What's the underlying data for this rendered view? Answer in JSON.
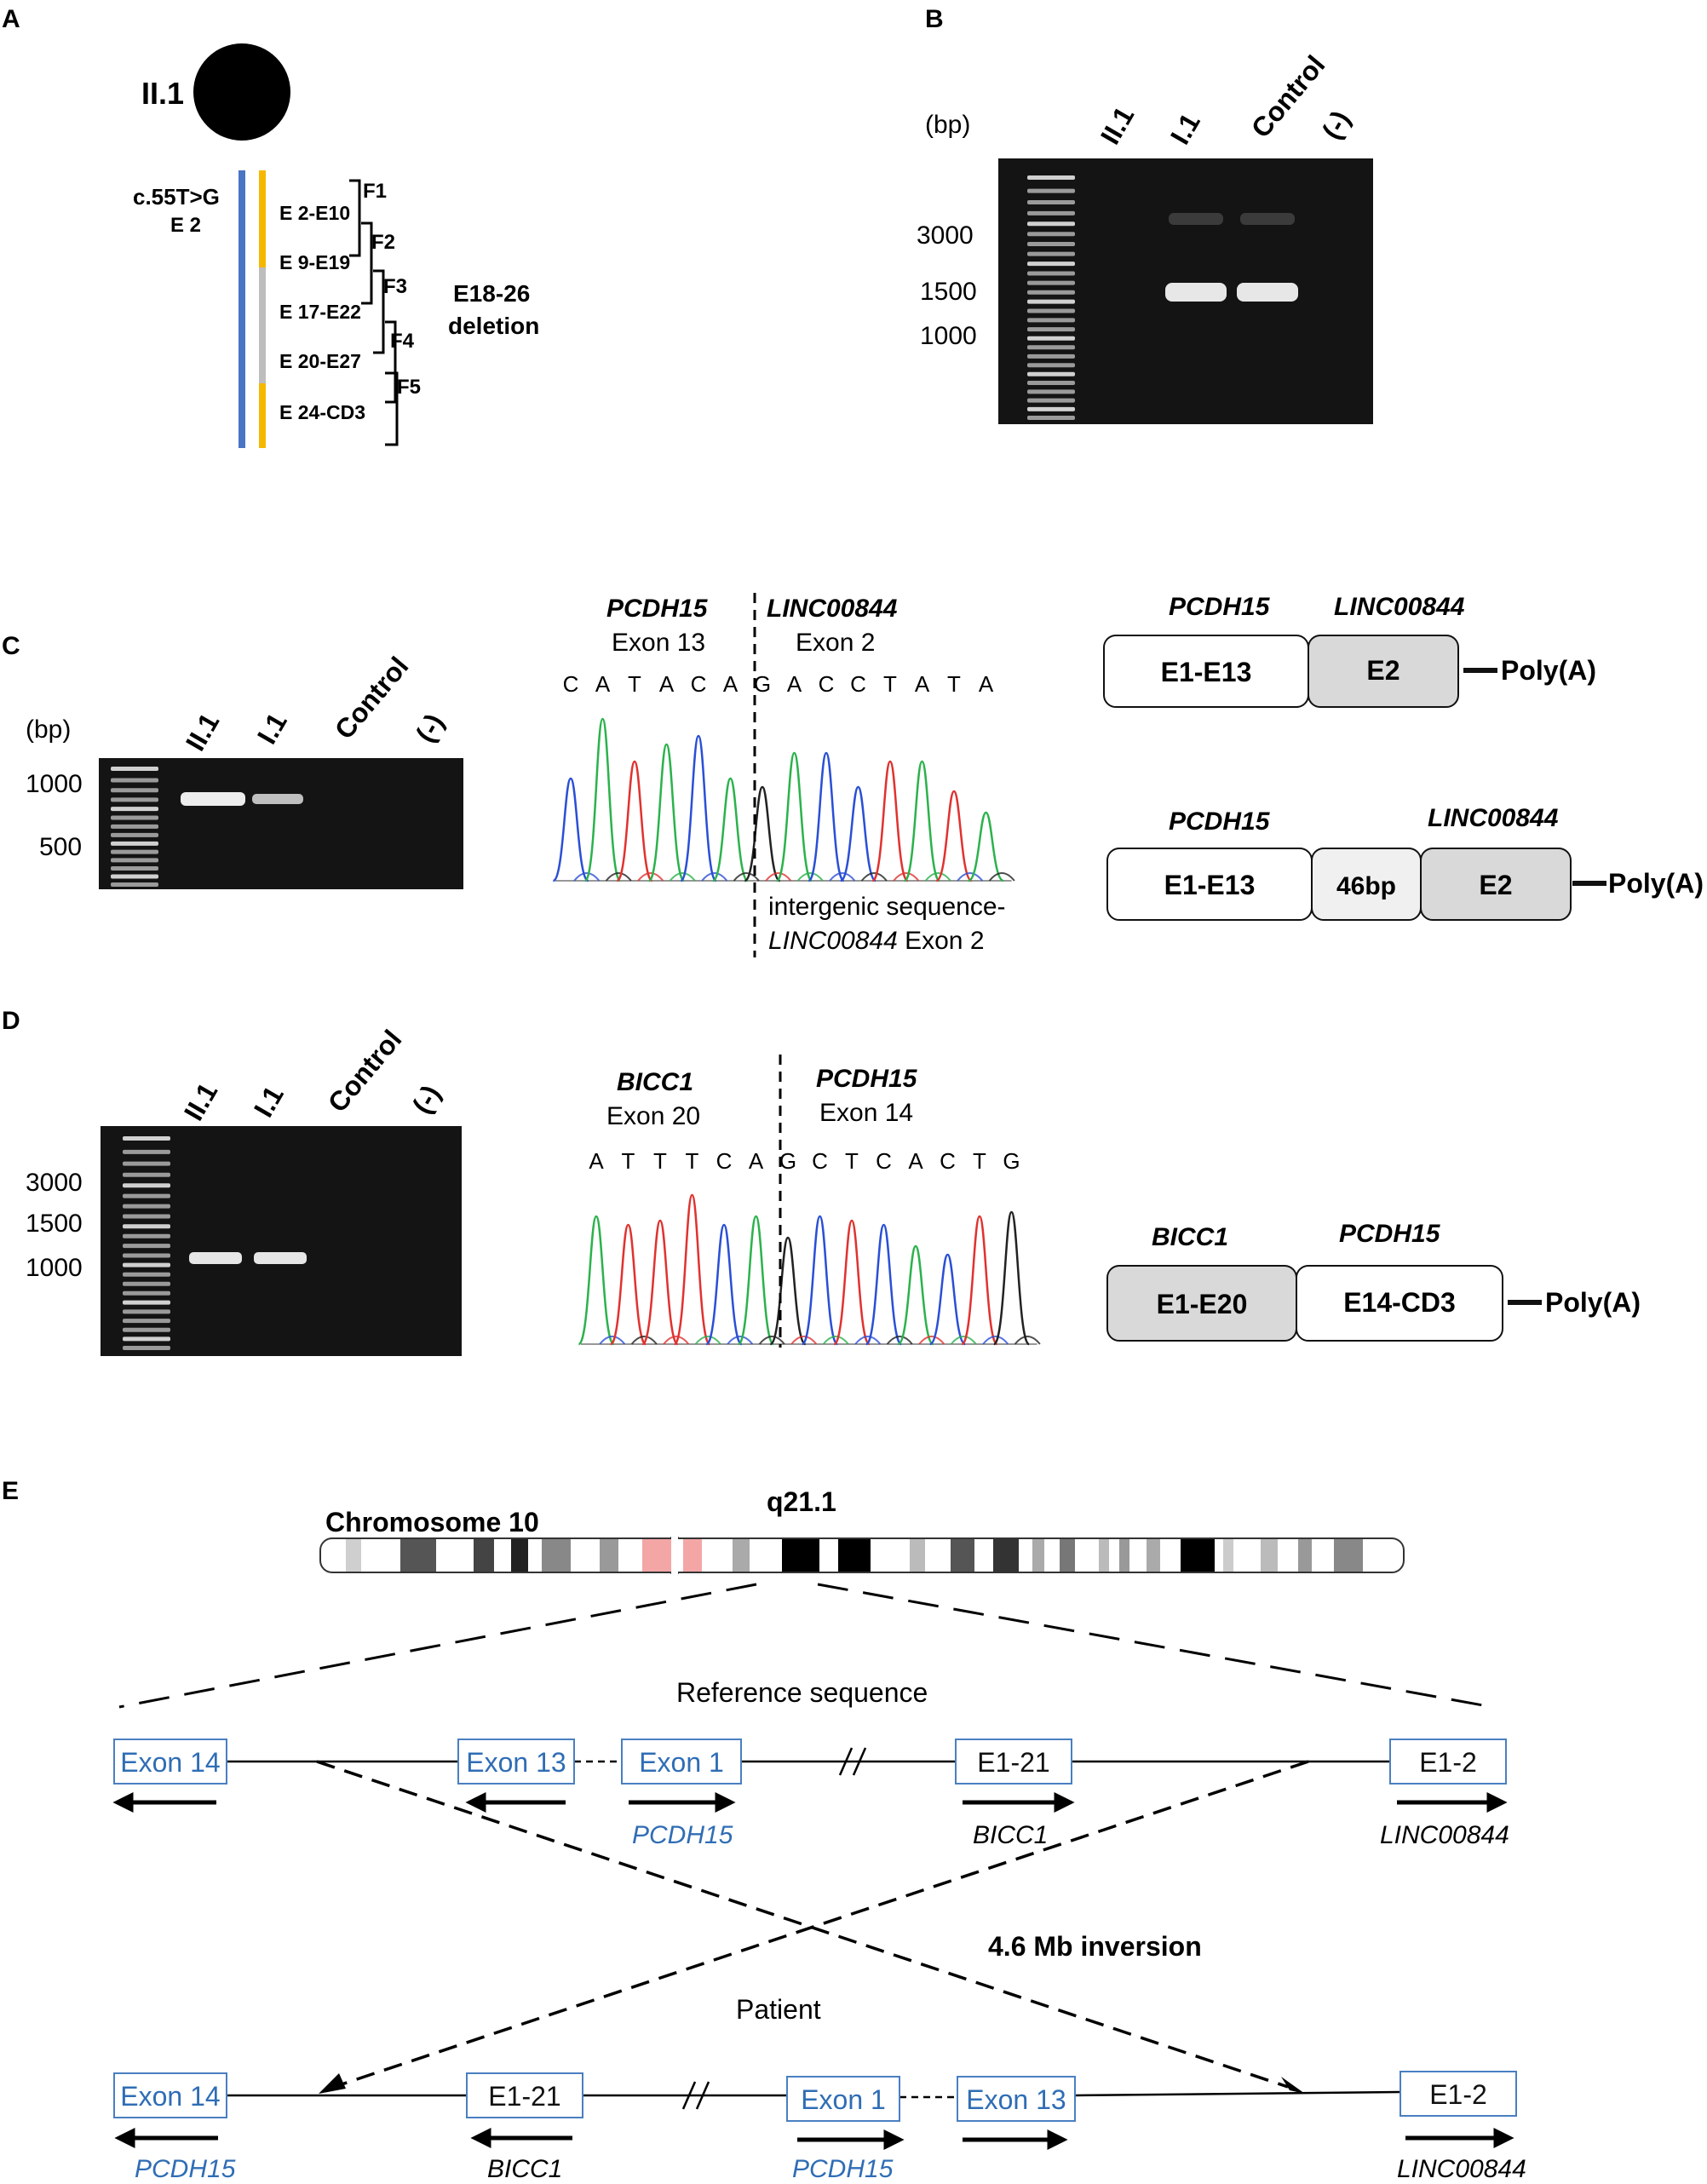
{
  "panels": {
    "A": {
      "label": "A",
      "individual": "II.1",
      "variant": "c.55T>G",
      "variant_exon": "E 2",
      "fragments": [
        "E 2-E10",
        "E 9-E19",
        "E 17-E22",
        "E 20-E27",
        "E 24-CD3"
      ],
      "fragment_ids": [
        "F1",
        "F2",
        "F3",
        "F4",
        "F5"
      ],
      "deletion_label": [
        "E18-26",
        "deletion"
      ]
    },
    "B": {
      "label": "B",
      "unit": "(bp)",
      "lanes": [
        "II.1",
        "I.1",
        "Control",
        "(-)"
      ],
      "markers": [
        "3000",
        "1500",
        "1000"
      ]
    },
    "C": {
      "label": "C",
      "unit": "(bp)",
      "lanes": [
        "II.1",
        "I.1",
        "Control",
        "(-)"
      ],
      "markers": [
        "1000",
        "500"
      ],
      "gene_left": "PCDH15",
      "exon_left": "Exon 13",
      "gene_right": "LINC00844",
      "exon_right": "Exon 2",
      "sequence": [
        "C",
        "A",
        "T",
        "A",
        "C",
        "A",
        "G",
        "A",
        "C",
        "C",
        "T",
        "A",
        "T",
        "A"
      ],
      "note_line1": "intergenic sequence-",
      "note_gene": "LINC00844",
      "note_exon": " Exon 2",
      "transcript1": {
        "gene1": "PCDH15",
        "gene2": "LINC00844",
        "box1": "E1-E13",
        "box2": "E2",
        "polya": "Poly(A)"
      },
      "transcript2": {
        "gene1": "PCDH15",
        "gene2": "LINC00844",
        "box1": "E1-E13",
        "box_mid": "46bp",
        "box2": "E2",
        "polya": "Poly(A)"
      }
    },
    "D": {
      "label": "D",
      "lanes": [
        "II.1",
        "I.1",
        "Control",
        "(-)"
      ],
      "markers": [
        "3000",
        "1500",
        "1000"
      ],
      "gene_left": "BICC1",
      "exon_left": "Exon 20",
      "gene_right": "PCDH15",
      "exon_right": "Exon 14",
      "sequence": [
        "A",
        "T",
        "T",
        "T",
        "C",
        "A",
        "G",
        "C",
        "T",
        "C",
        "A",
        "C",
        "T",
        "G"
      ],
      "transcript": {
        "gene1": "BICC1",
        "gene2": "PCDH15",
        "box1": "E1-E20",
        "box2": "E14-CD3",
        "polya": "Poly(A)"
      }
    },
    "E": {
      "label": "E",
      "chromosome": "Chromosome 10",
      "band": "q21.1",
      "reference_label": "Reference sequence",
      "patient_label": "Patient",
      "inversion_label": "4.6 Mb inversion",
      "reference": {
        "boxes": [
          "Exon 14",
          "Exon 13",
          "Exon 1",
          "E1-21",
          "E1-2"
        ],
        "genes": [
          "PCDH15",
          "BICC1",
          "LINC00844"
        ]
      },
      "patient": {
        "boxes": [
          "Exon 14",
          "E1-21",
          "Exon 1",
          "Exon 13",
          "E1-2"
        ],
        "genes": [
          "PCDH15",
          "BICC1",
          "PCDH15",
          "LINC00844"
        ]
      }
    }
  },
  "colors": {
    "track_blue": "#4a74c4",
    "track_yellow": "#f5b800",
    "track_grey": "#bdbdbd",
    "exon_blue": "#2f6db5",
    "trace_A": "#2bb24c",
    "trace_C": "#2a4fd6",
    "trace_G": "#222222",
    "trace_T": "#e0322f",
    "centromere": "#f4a6a6"
  }
}
